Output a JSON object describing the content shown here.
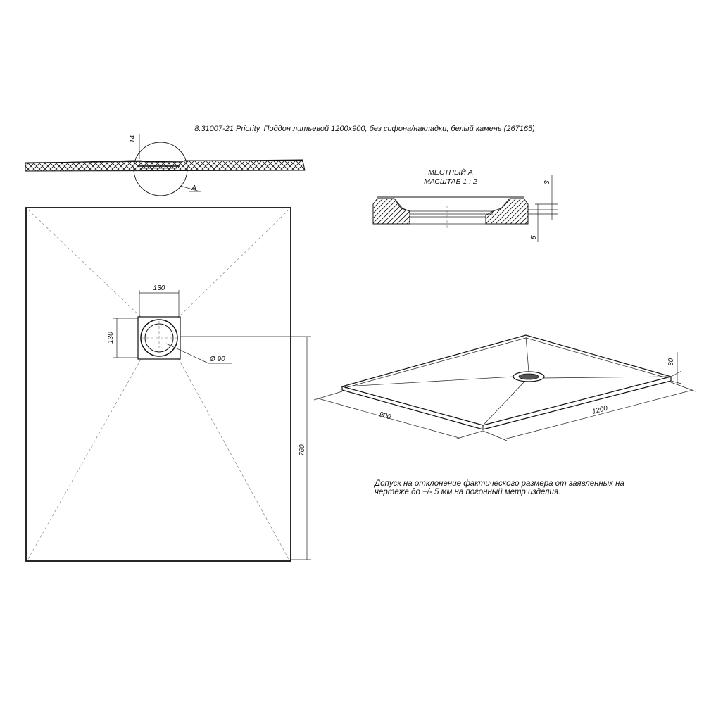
{
  "title": "8.31007-21 Priority, Поддон литьевой 1200x900, без сифона/накладки, белый камень (267165)",
  "section_side": {
    "dim_thickness": "14",
    "callout": "A"
  },
  "detail_a": {
    "label_line1": "МЕСТНЫЙ А",
    "label_line2": "МАСШТАБ 1 : 2",
    "dim_top": "3",
    "dim_bottom": "5"
  },
  "plan_view": {
    "dim_drain_width": "130",
    "dim_drain_height": "130",
    "dim_drain_diameter": "Ø 90",
    "dim_drain_offset": "760"
  },
  "iso_view": {
    "dim_width": "900",
    "dim_length": "1200",
    "dim_height": "30"
  },
  "note": {
    "line1": "Допуск на отклонение фактического размера от заявленных на",
    "line2": "чертеже до +/- 5 мм на погонный метр изделия."
  },
  "colors": {
    "line": "#111111",
    "background": "#ffffff"
  }
}
